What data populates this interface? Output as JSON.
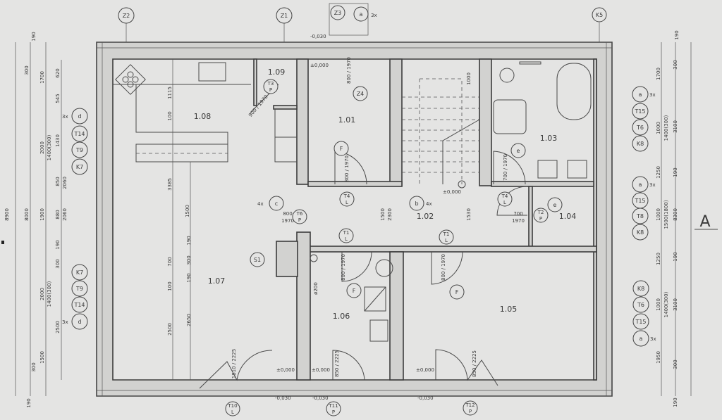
{
  "rooms": [
    "1.01",
    "1.02",
    "1.03",
    "1.04",
    "1.05",
    "1.06",
    "1.07",
    "1.08",
    "1.09"
  ],
  "top_tags": {
    "z2": "Z2",
    "z1": "Z1",
    "z3": "Z3",
    "a": "a",
    "a_count": "3x",
    "k5": "K5"
  },
  "left_tags_top": {
    "d": "d",
    "d_count": "3x",
    "t14": "T14",
    "t9": "T9",
    "k7": "K7"
  },
  "left_tags_bottom": {
    "k7": "K7",
    "t9": "T9",
    "t14": "T14",
    "d": "d",
    "d_count": "3x"
  },
  "right_tags_1": {
    "a": "a",
    "a_count": "3x",
    "t15": "T15",
    "t6": "T6",
    "k8": "K8"
  },
  "right_tags_2": {
    "a": "a",
    "a_count": "3x",
    "t15": "T15",
    "t8": "T8",
    "k8": "K8"
  },
  "right_tags_3": {
    "k8": "K8",
    "t6": "T6",
    "t15": "T15",
    "a": "a",
    "a_count": "3x"
  },
  "inner_tags": {
    "c": "c",
    "c_count": "4x",
    "b": "b",
    "b_count": "4x",
    "e1": "e",
    "e2": "e",
    "f1": "F",
    "f2": "F",
    "f3": "F",
    "s1": "S1",
    "z4": "Z4"
  },
  "door_tags": [
    {
      "type": "T6",
      "side": "P"
    },
    {
      "type": "T4",
      "side": "L"
    },
    {
      "type": "T2",
      "side": "P"
    },
    {
      "type": "T4",
      "side": "L"
    },
    {
      "type": "T1",
      "side": "L"
    },
    {
      "type": "T1",
      "side": "L"
    },
    {
      "type": "T10",
      "side": "L"
    },
    {
      "type": "T11",
      "side": "P"
    },
    {
      "type": "T12",
      "side": "P"
    },
    {
      "type": "T3",
      "side": "P"
    }
  ],
  "door_sizes": {
    "c_w": "800",
    "c_h": "1970",
    "t2_w": "700",
    "t2_h": "1970",
    "f1": "800 / 1970",
    "f2": "800 / 1970",
    "f3": "800 / 1970",
    "e1": "700 / 1970",
    "t4": "800 / 1970",
    "t3": "900 / 1970",
    "main": "1810 / 2225",
    "door106": "850 / 2225",
    "door105": "850 / 2225"
  },
  "levels": {
    "pm": "±0,000",
    "neg": "-0,030"
  },
  "dims_left": [
    "8900",
    "8000",
    "190",
    "300",
    "1700",
    "620",
    "545",
    "2000",
    "1400(300)",
    "1430",
    "850",
    "2060",
    "1900",
    "880",
    "2060",
    "190",
    "300",
    "2000",
    "1400(300)",
    "2500",
    "1500",
    "300",
    "190"
  ],
  "dims_right": [
    "190",
    "300",
    "1700",
    "1000",
    "1400(300)",
    "3100",
    "1250",
    "190",
    "1000",
    "1500(1800)",
    "8300",
    "1250",
    "190",
    "1000",
    "1400(300)",
    "3100",
    "1950",
    "300",
    "190"
  ],
  "dims_inner": [
    "1115",
    "100",
    "3385",
    "1500",
    "700",
    "100",
    "2500",
    "190",
    "300",
    "190",
    "2650",
    "1000",
    "1500",
    "2300",
    "1530",
    "ø200"
  ],
  "section_marker": "A"
}
